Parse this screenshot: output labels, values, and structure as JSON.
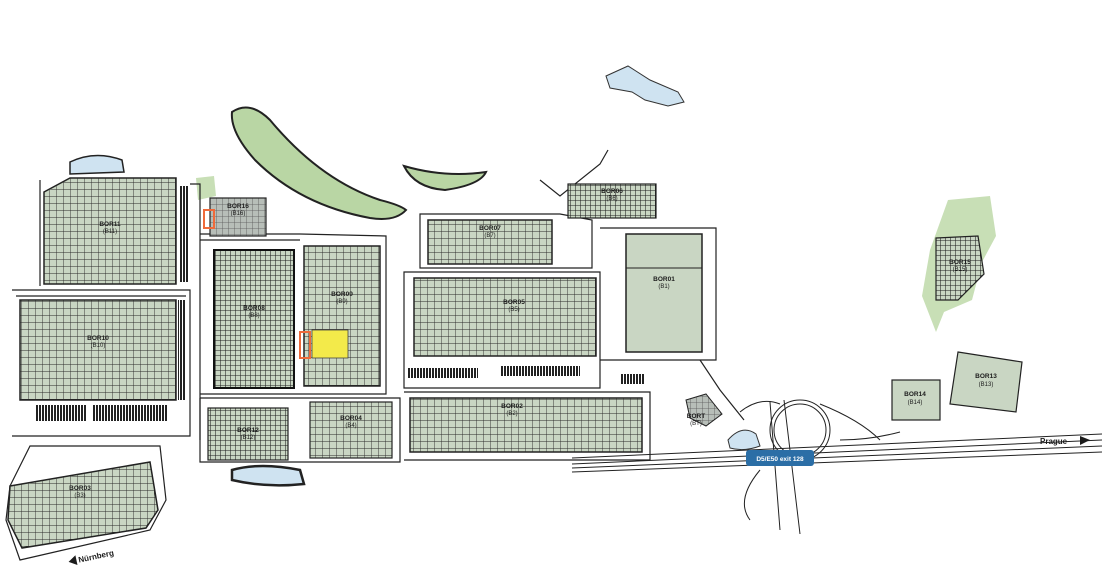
{
  "colors": {
    "background": "#ffffff",
    "building_fill": "#c9d6c3",
    "building_grid": "#2a2a2a",
    "green_area": "#b9d6a4",
    "water": "#cfe3f1",
    "road_edge": "#222222",
    "highlight_yellow": "#f3ea4a",
    "highlight_orange": "#ef6a3a",
    "exit_badge": "#2b6ea6"
  },
  "buildings": [
    {
      "id": "b11",
      "label": "BOR11",
      "sub": "(B11)"
    },
    {
      "id": "b16",
      "label": "BOR16",
      "sub": "(B16)"
    },
    {
      "id": "b10",
      "label": "BOR10",
      "sub": "(B10)"
    },
    {
      "id": "b8",
      "label": "BOR08",
      "sub": "(B8)"
    },
    {
      "id": "b9",
      "label": "BOR09",
      "sub": "(B9)"
    },
    {
      "id": "b7",
      "label": "BOR07",
      "sub": "(B7)"
    },
    {
      "id": "b6",
      "label": "BOR06",
      "sub": "(B6)"
    },
    {
      "id": "b5",
      "label": "BOR05",
      "sub": "(B5)"
    },
    {
      "id": "b2",
      "label": "BOR02",
      "sub": "(B2)"
    },
    {
      "id": "b1",
      "label": "BOR01",
      "sub": "(B1)"
    },
    {
      "id": "b12",
      "label": "BOR12",
      "sub": "(B12)"
    },
    {
      "id": "b4",
      "label": "BOR04",
      "sub": "(B4)"
    },
    {
      "id": "b3",
      "label": "BOR03",
      "sub": "(B3)"
    },
    {
      "id": "bt",
      "label": "BORT",
      "sub": "(BT)"
    },
    {
      "id": "b15",
      "label": "BOR15",
      "sub": "(B15)"
    },
    {
      "id": "b14",
      "label": "BOR14",
      "sub": "(B14)"
    },
    {
      "id": "b13",
      "label": "BOR13",
      "sub": "(B13)"
    }
  ],
  "road_labels": {
    "nurnberg": "Nürnberg",
    "prague": "Prague"
  },
  "exit_badge": {
    "label": "D5/E50 exit 128"
  },
  "icons": {
    "direction": "arrow-icon",
    "highlight": "selected-unit-icon"
  }
}
